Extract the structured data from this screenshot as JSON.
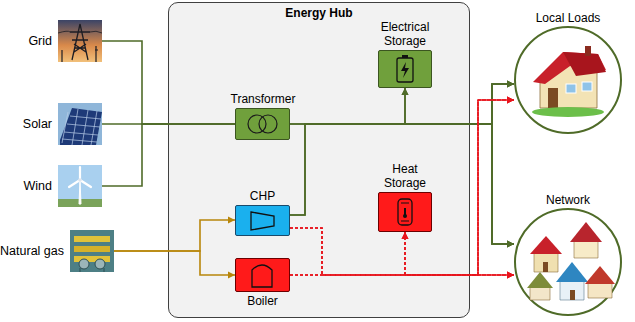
{
  "diagram": {
    "nodes": [
      {
        "text": [
          "Grid"
        ]
      },
      {
        "text": [
          "Solar"
        ]
      },
      {
        "text": [
          "Wind"
        ]
      },
      {
        "text": [
          "Natural gas"
        ]
      },
      {
        "text": [
          "Energy Hub"
        ]
      },
      {
        "text": [
          "Electrical Storage"
        ],
        "in": 4
      },
      {
        "text": [
          "Transformer"
        ],
        "in": 4
      },
      {
        "text": [
          "Heat Storage"
        ],
        "in": 4
      },
      {
        "text": [
          "CHP"
        ],
        "in": 4
      },
      {
        "text": [
          "Boiler"
        ],
        "in": 4
      },
      {
        "text": [
          "Local Loads"
        ]
      },
      {
        "text": [
          "Network"
        ]
      }
    ],
    "edges": [
      {
        "from": 0,
        "to": 6,
        "arrow": "none"
      },
      {
        "from": 1,
        "to": 6,
        "arrow": "none"
      },
      {
        "from": 2,
        "to": 6,
        "arrow": "none"
      },
      {
        "from": 3,
        "to": 8,
        "arrow": "to"
      },
      {
        "from": 3,
        "to": 9,
        "arrow": "to"
      },
      {
        "from": 6,
        "to": 10,
        "arrow": "to"
      },
      {
        "from": 6,
        "to": 11,
        "arrow": "to"
      },
      {
        "from": 5,
        "to": 10,
        "arrow": "both"
      },
      {
        "from": 5,
        "to": 11,
        "arrow": "both"
      },
      {
        "from": 8,
        "to": 10,
        "arrow": "to"
      },
      {
        "from": 8,
        "to": 11,
        "arrow": "to"
      },
      {
        "from": 8,
        "to": 10,
        "arrow": "to"
      },
      {
        "from": 8,
        "to": 11,
        "arrow": "to"
      },
      {
        "from": 9,
        "to": 10,
        "arrow": "to"
      },
      {
        "from": 9,
        "to": 11,
        "arrow": "to"
      },
      {
        "from": 7,
        "to": 10,
        "arrow": "both"
      },
      {
        "from": 7,
        "to": 11,
        "arrow": "both"
      }
    ]
  }
}
